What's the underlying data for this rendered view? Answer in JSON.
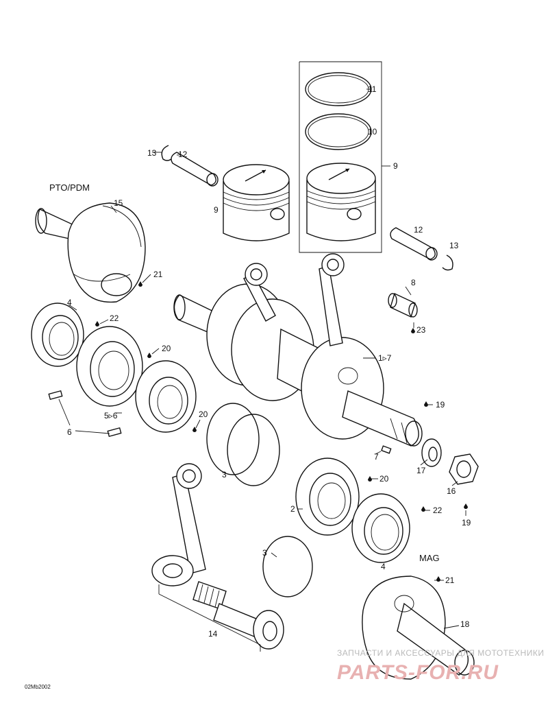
{
  "labels": {
    "pto": "PTO/PDM",
    "mag": "MAG",
    "n1_7": "1▹7",
    "n2": "2",
    "n3a": "3",
    "n3b": "3",
    "n4a": "4",
    "n4b": "4",
    "n5_6": "5▹6",
    "n6": "6",
    "n7": "7",
    "n8": "8",
    "n9a": "9",
    "n9b": "9",
    "n10": "10",
    "n11": "11",
    "n12a": "12",
    "n12b": "12",
    "n13a": "13",
    "n13b": "13",
    "n14": "14",
    "n15": "15",
    "n16": "16",
    "n17": "17",
    "n18": "18",
    "n19a": "19",
    "n19b": "19",
    "n20a": "20",
    "n20b": "20",
    "n20c": "20",
    "n21a": "21",
    "n21b": "21",
    "n22a": "22",
    "n22b": "22",
    "n23": "23",
    "figure_code": "02Mb2002"
  },
  "watermark": {
    "line1": "ЗАПЧАСТИ И АКСЕССУАРЫ ДЛЯ МОТОТЕХНИКИ",
    "line2": "PARTS-FOR.RU"
  },
  "colors": {
    "ink": "#111111",
    "watermark_text": "#b9b9b9",
    "watermark_logo": "#e8b1b1"
  }
}
